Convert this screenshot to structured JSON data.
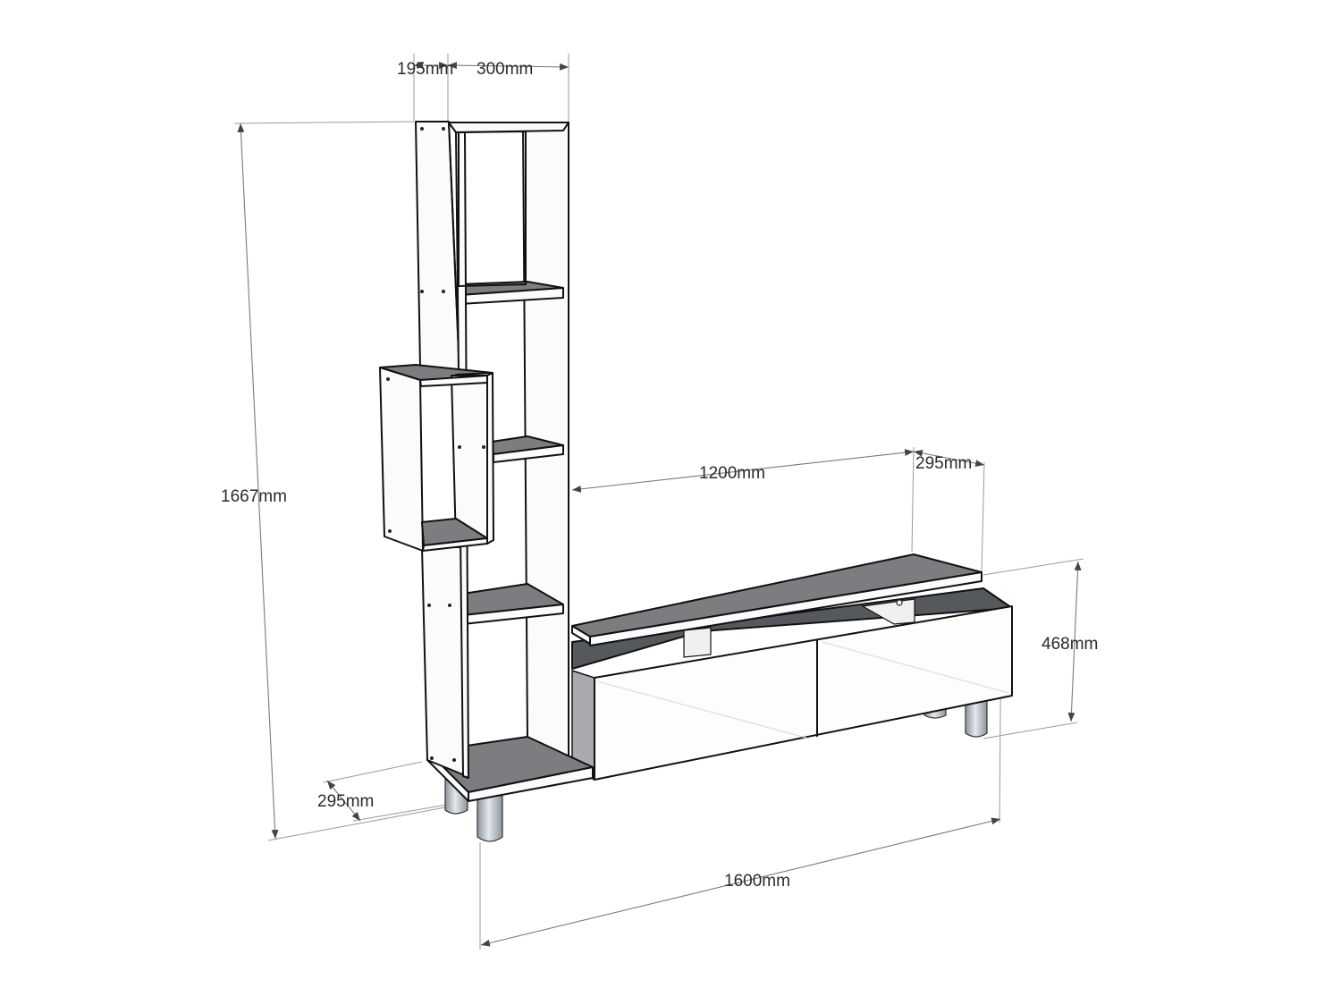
{
  "dimensions": {
    "shelf_side_depth": "195mm",
    "shelf_width": "300mm",
    "total_height": "1667mm",
    "top_length": "1200mm",
    "top_depth": "295mm",
    "cabinet_height": "468mm",
    "shelf_depth": "295mm",
    "total_length": "1600mm"
  },
  "colors": {
    "panel_top": "#7b7d80",
    "panel_side": "#fbfbfb",
    "panel_interior": "#a8aaad",
    "panel_back_dark": "#55585d",
    "leg": "#b9c0c8",
    "outline": "#111111"
  }
}
